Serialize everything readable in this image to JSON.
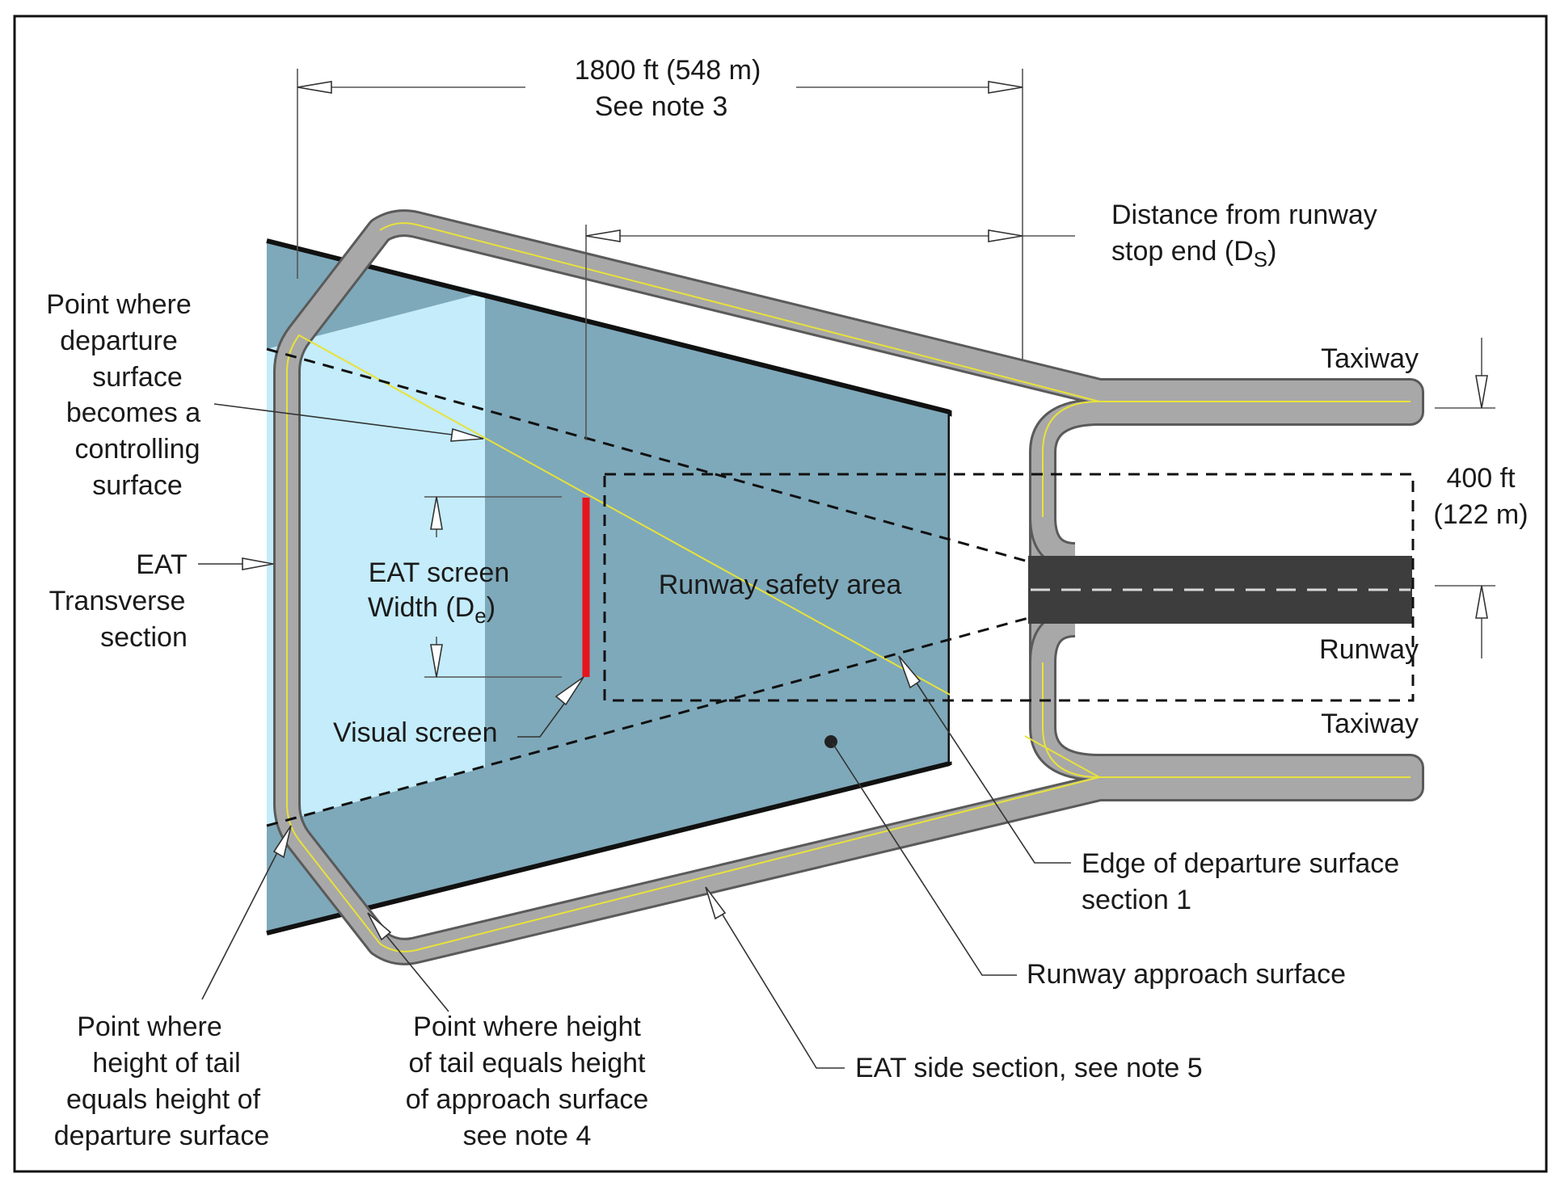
{
  "dimensions": {
    "width_main": "1800 ft (548 m)",
    "width_note": "See note 3",
    "ds_label_line1": "Distance from runway",
    "ds_label_line2": "stop end (D",
    "ds_subscript": "S",
    "ds_close": ")",
    "runway_gap_line1": "400 ft",
    "runway_gap_line2": "(122  m)"
  },
  "labels": {
    "taxiway_top": "Taxiway",
    "taxiway_bottom": "Taxiway",
    "runway": "Runway",
    "runway_safety_area": "Runway safety area",
    "eat_screen_line1": "EAT screen",
    "eat_screen_line2": "Width (D",
    "eat_screen_subscript": "e",
    "eat_screen_close": ")",
    "visual_screen": "Visual screen",
    "departure_control": [
      "Point where",
      "departure",
      "surface",
      "becomes a",
      "controlling",
      "surface"
    ],
    "eat_transverse": [
      "EAT",
      "Transverse",
      "section"
    ],
    "tail_departure": [
      "Point where",
      "height of tail",
      "equals height of",
      "departure surface"
    ],
    "tail_approach": [
      "Point where height",
      "of tail equals height",
      "of approach surface",
      "see note 4"
    ],
    "edge_departure": [
      "Edge of departure surface",
      "section 1"
    ],
    "runway_approach": "Runway approach surface",
    "eat_side": "EAT side section, see note 5"
  },
  "colors": {
    "border": "#111111",
    "light_blue": "#c4ecfa",
    "steel_blue": "#7ea9ba",
    "dark_edge": "#111111",
    "pavement": "#a8a8a8",
    "pavement_edge": "#5a5a5a",
    "centerline": "#e8e23a",
    "runway": "#3d3d3d",
    "screen": "#e8141c"
  },
  "icons": {
    "arrowheads": "hollow-triangle-arrow",
    "point_marker": "filled-dot"
  }
}
